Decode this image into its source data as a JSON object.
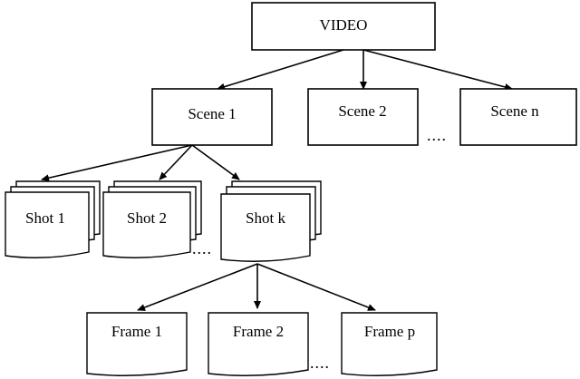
{
  "diagram": {
    "root": {
      "label": "VIDEO"
    },
    "scenes": [
      {
        "label": "Scene 1"
      },
      {
        "label": "Scene 2"
      },
      {
        "label": "Scene n"
      }
    ],
    "shots": [
      {
        "label": "Shot 1"
      },
      {
        "label": "Shot 2"
      },
      {
        "label": "Shot k"
      }
    ],
    "frames": [
      {
        "label": "Frame 1"
      },
      {
        "label": "Frame 2"
      },
      {
        "label": "Frame p"
      }
    ],
    "ellipsis": "....",
    "colors": {
      "stroke": "#000000",
      "fill": "#ffffff"
    }
  }
}
